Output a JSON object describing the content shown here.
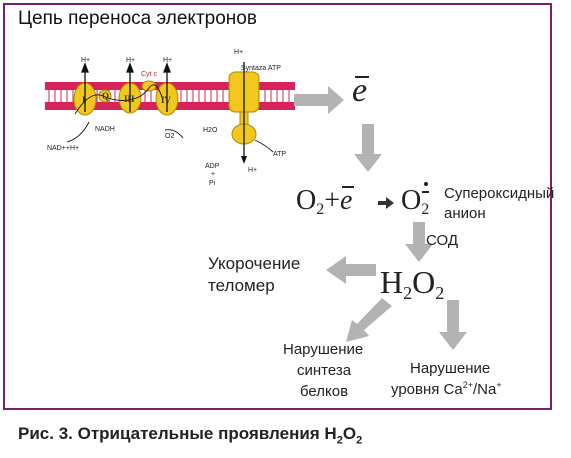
{
  "title": "Цепь переноса электронов",
  "membrane": {
    "h_plus": "H+",
    "complexes": [
      "I",
      "Q",
      "III",
      "IV"
    ],
    "cyt_c": "Cyt c",
    "atp_synthase": "Syntaza ATP",
    "nadh": "NADH",
    "nad": "NAD++H+",
    "o2": "O2",
    "h2o": "H2O",
    "adp": "ADP",
    "plus": "+",
    "pi": "Pi",
    "atp": "ATP"
  },
  "electron": "e",
  "reaction": {
    "o2": "O",
    "sub2": "2",
    "plus": "+",
    "e": "e",
    "superoxide_label": "Супероксидный",
    "anion_label": "анион",
    "sod": "СОД"
  },
  "h2o2": {
    "h": "H",
    "sub": "2",
    "o": "O"
  },
  "effects": {
    "telomere_line1": "Укорочение",
    "telomere_line2": "теломер",
    "protein_line1": "Нарушение",
    "protein_line2": "синтеза",
    "protein_line3": "белков",
    "ion_line1": "Нарушение",
    "ion_line2": "уровня Ca",
    "ion_ca_sup": "2+",
    "ion_slash": "/",
    "ion_na": "Na",
    "ion_na_sup": "+"
  },
  "caption": {
    "text": "Рис. 3. Отрицательные проявления H",
    "sub": "2",
    "o": "O"
  },
  "colors": {
    "frame": "#7a1e6e",
    "membrane": "#d7235a",
    "complex": "#f2c81e",
    "arrow": "#b3b3b3"
  }
}
